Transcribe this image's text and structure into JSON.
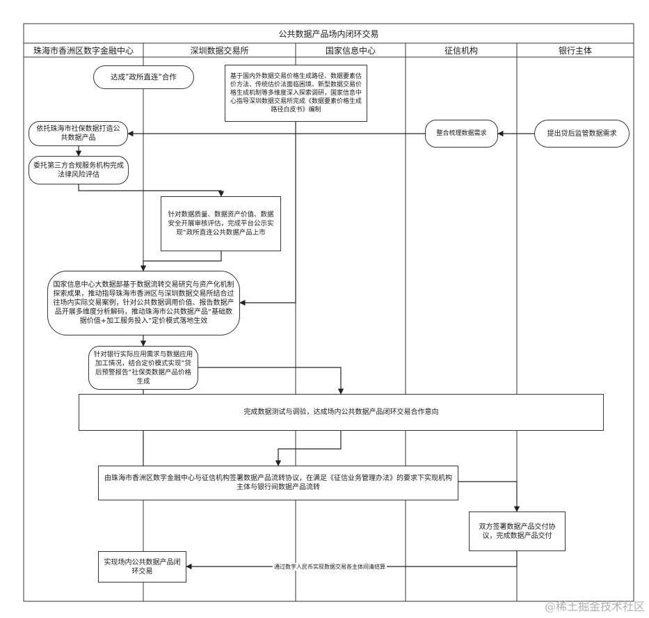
{
  "title": "公共数据产品场内闭环交易",
  "lanes": [
    {
      "label": "珠海市香洲区数字金融中心"
    },
    {
      "label": "深圳数据交易所"
    },
    {
      "label": "国家信息中心"
    },
    {
      "label": "征信机构"
    },
    {
      "label": "银行主体"
    }
  ],
  "nodes": {
    "n1": "达成”政所直连“合作",
    "n2": "基于国内外数据交易价格生成路径、数据要素估价方法、传统估价法面临困境、新型数据交易价格生成机制等多维度深入探索调研，国家信息中心指导深圳数据交易所完成《数据要素价格生成路径白皮书》编制",
    "n3": "提出贷后监管数据需求",
    "n4": "整合梳理数据需求",
    "n5": "依托珠海市社保数据打造公共数据产品",
    "n6": "委托第三方合规服务机构完成法律风险评估",
    "n7": "针对数据质量、数据资产价值、数据安全开展审核评估，完成平台公示实现“政所直连公共数据产品上市",
    "n8": "国家信息中心大数据部基于数据流转交易研究与资产化机制探索成果，推动指导珠海市香洲区与深圳数据交易所结合过往场内实际交易案例，针对公共数据调用价值、报告数据产品开展多维度分析解码，推动珠海市公共数据产品“基础数据价值+加工服务投入”定价模式落地生效",
    "n9": "针对银行实际应用需求与数据应用加工情况，结合定价模式实现”贷后预警报告“社保类数据产品价格生成",
    "n10": "完成数据测试与调验，达成场内公共数据产品闭环交易合作意向",
    "n11": "由珠海市香洲区数字金融中心与征信机构签署数据产品流转协议，在满足《征信业务管理办法》的要求下实现机构主体与银行间数据产品流转",
    "n12": "双方签署数据产品交付协议，完成数据产品交付",
    "n13": "实现场内公共数据产品闭环交易"
  },
  "edge_labels": {
    "e_settle": "通过数字人民币实现数据交易各主体间清结算"
  },
  "watermark": "@稀土掘金技术社区"
}
